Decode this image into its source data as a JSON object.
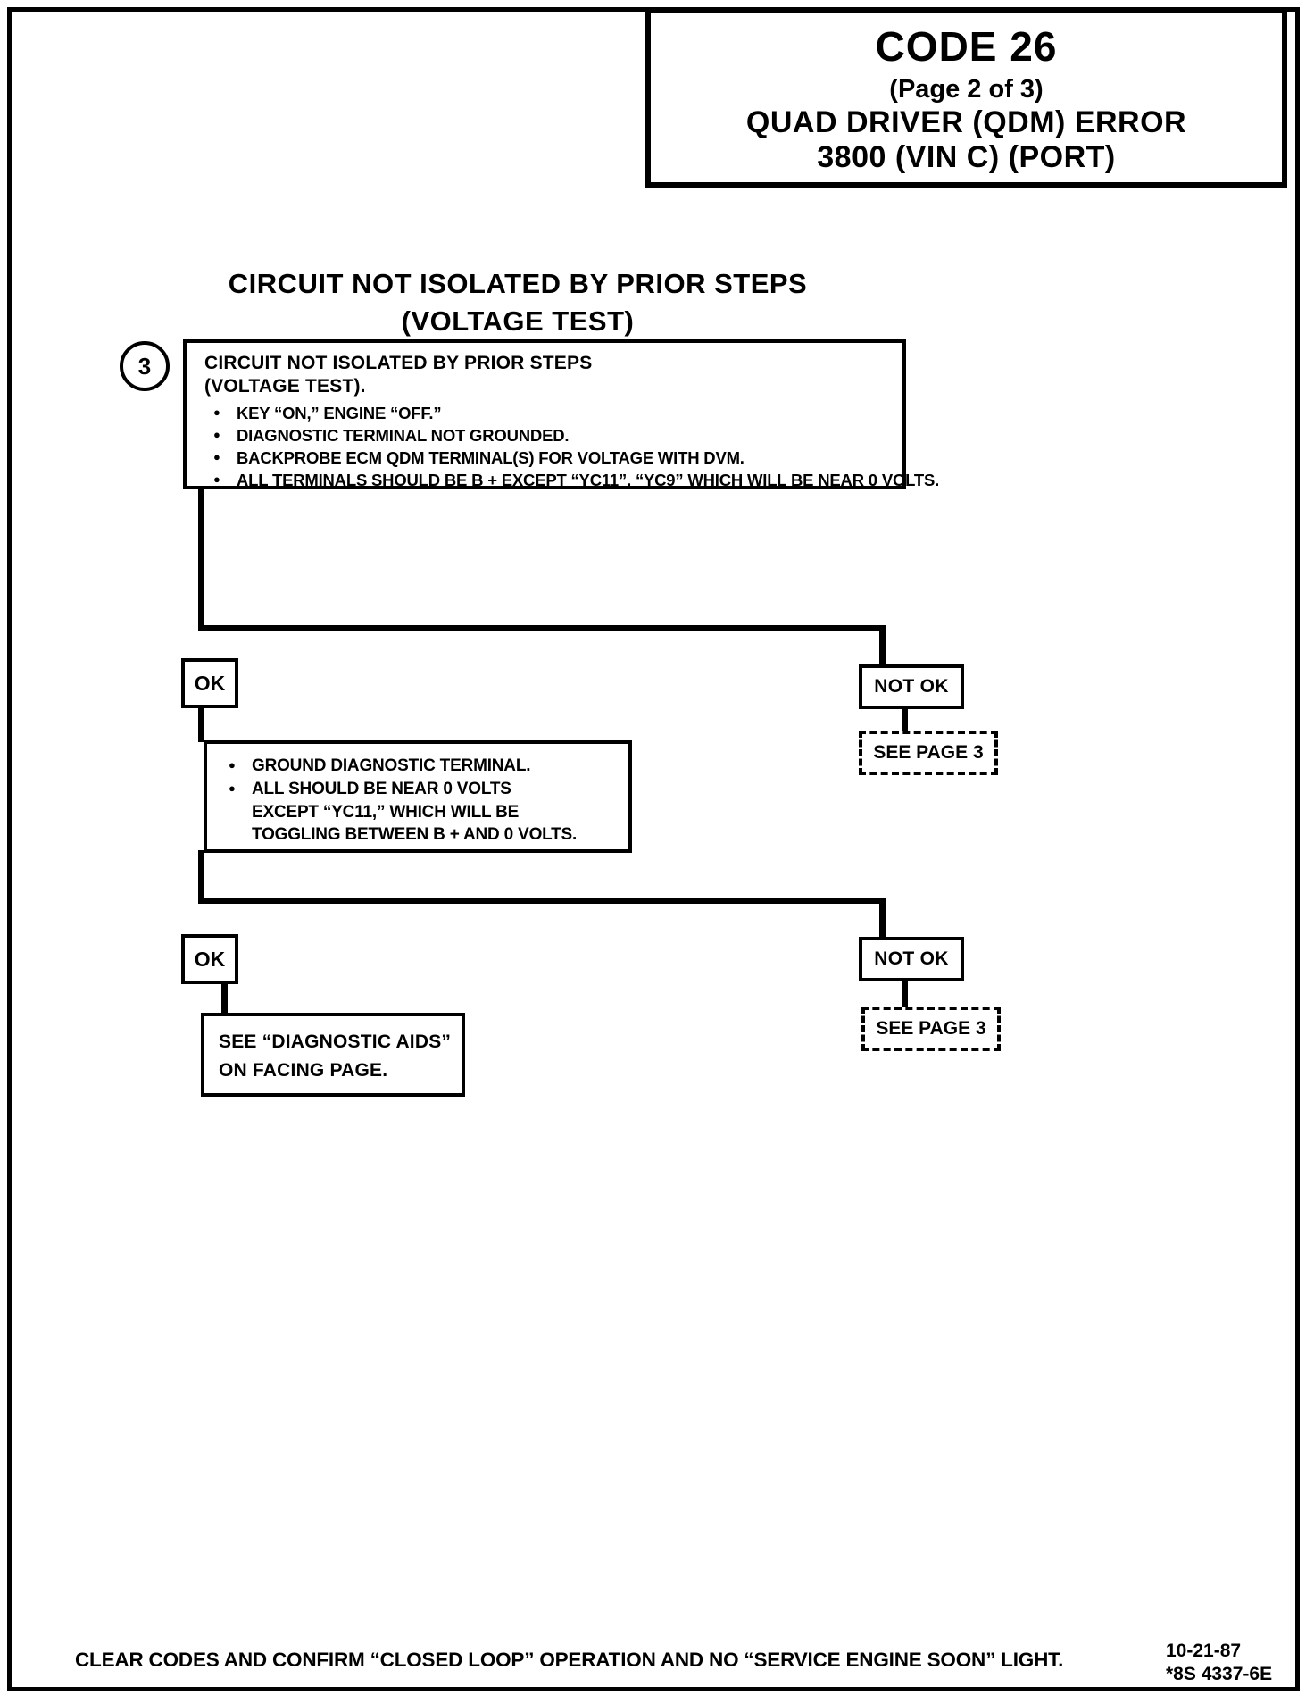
{
  "header": {
    "code_title": "CODE 26",
    "page_info": "(Page 2 of 3)",
    "subtitle1": "QUAD DRIVER (QDM) ERROR",
    "subtitle2": "3800  (VIN C)  (PORT)"
  },
  "main_title": {
    "line1": "CIRCUIT NOT ISOLATED BY PRIOR STEPS",
    "line2": "(VOLTAGE TEST)"
  },
  "flowchart": {
    "step_number": "3",
    "step_box": {
      "title_line1": "CIRCUIT NOT ISOLATED BY PRIOR STEPS",
      "title_line2": "(VOLTAGE TEST).",
      "bullets": [
        "KEY “ON,” ENGINE “OFF.”",
        "DIAGNOSTIC TERMINAL NOT GROUNDED.",
        "BACKPROBE ECM QDM TERMINAL(S) FOR VOLTAGE WITH DVM.",
        "ALL TERMINALS SHOULD BE B +  EXCEPT “YC11”, “YC9” WHICH WILL BE NEAR 0 VOLTS."
      ]
    },
    "branch1": {
      "ok_label": "OK",
      "not_ok_label": "NOT OK",
      "not_ok_target": "SEE PAGE 3"
    },
    "ground_box": {
      "bullets": [
        "GROUND DIAGNOSTIC TERMINAL.",
        "ALL SHOULD BE NEAR 0 VOLTS EXCEPT “YC11,” WHICH WILL BE TOGGLING BETWEEN B +  AND 0 VOLTS."
      ]
    },
    "branch2": {
      "ok_label": "OK",
      "not_ok_label": "NOT OK",
      "not_ok_target": "SEE PAGE 3",
      "ok_target_line1": "SEE “DIAGNOSTIC AIDS”",
      "ok_target_line2": "ON FACING PAGE."
    },
    "bullet_glyph": "●"
  },
  "footer": {
    "note": "CLEAR CODES AND CONFIRM “CLOSED LOOP”  OPERATION AND NO “SERVICE ENGINE SOON” LIGHT.",
    "date": "10-21-87",
    "doc_number": "*8S 4337-6E"
  }
}
